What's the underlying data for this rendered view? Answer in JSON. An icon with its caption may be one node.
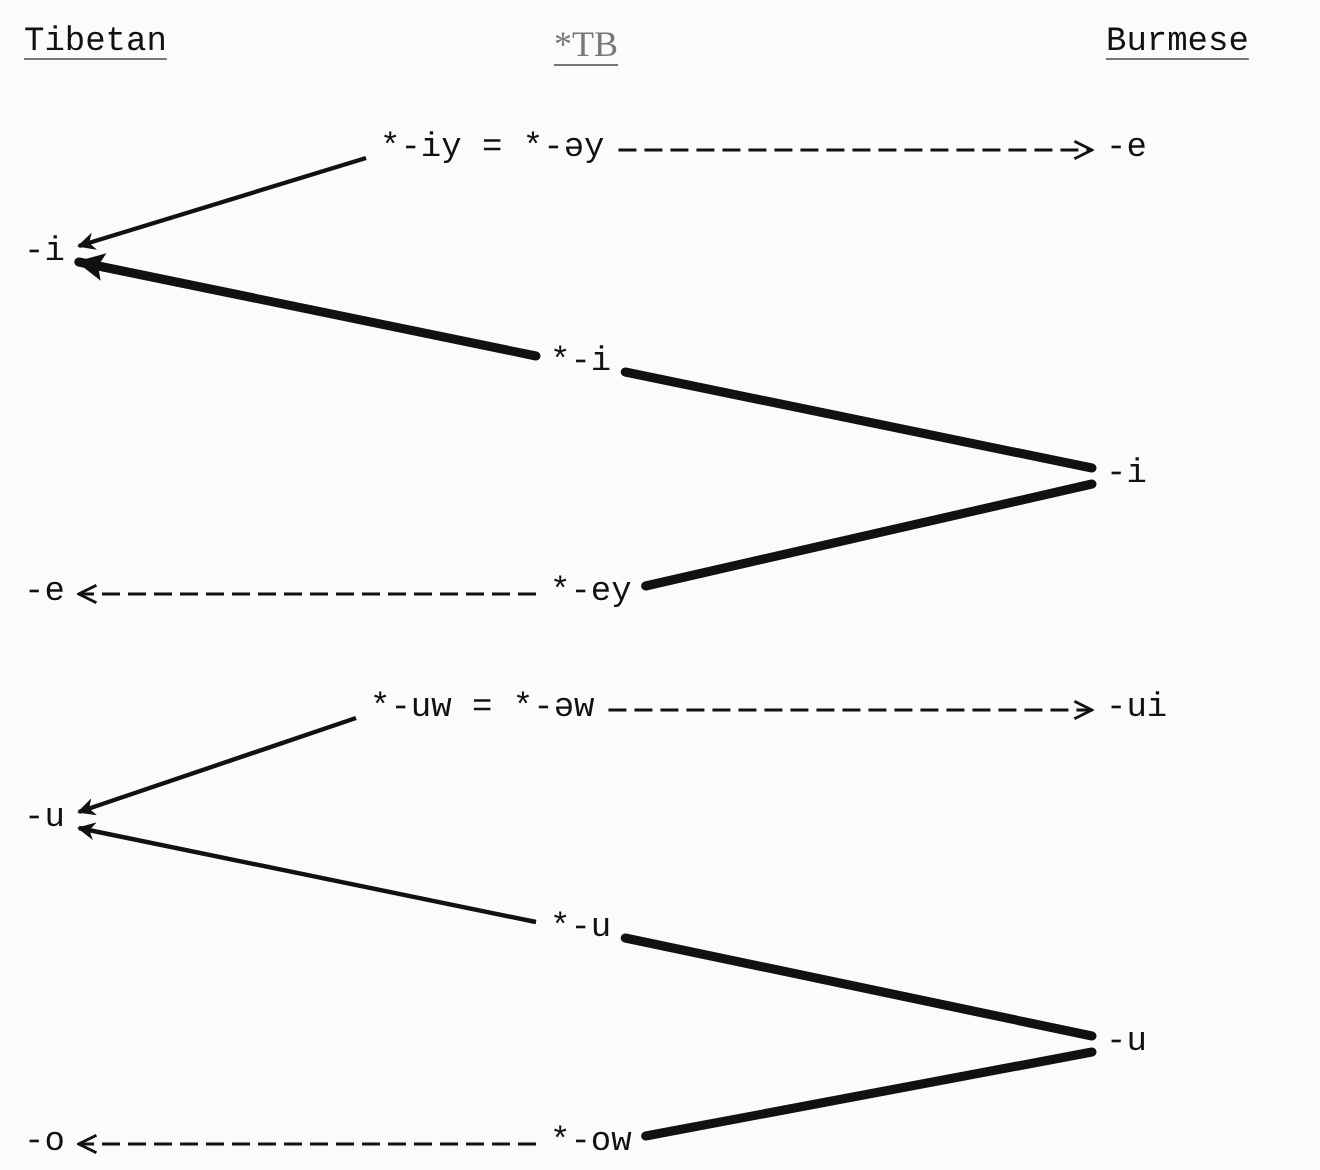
{
  "diagram": {
    "nodes": [
      {
        "text": [
          "*-iy = *-əy"
        ]
      },
      {
        "text": [
          "-e"
        ]
      },
      {
        "text": [
          "-i"
        ]
      },
      {
        "text": [
          "*-i"
        ]
      },
      {
        "text": [
          "-i"
        ]
      },
      {
        "text": [
          "-e"
        ]
      },
      {
        "text": [
          "*-ey"
        ]
      },
      {
        "text": [
          "*-uw = *-əw"
        ]
      },
      {
        "text": [
          "-ui"
        ]
      },
      {
        "text": [
          "-u"
        ]
      },
      {
        "text": [
          "*-u"
        ]
      },
      {
        "text": [
          "-u"
        ]
      },
      {
        "text": [
          "-o"
        ]
      },
      {
        "text": [
          "*-ow"
        ]
      }
    ],
    "edges": [
      {
        "from": 0,
        "to": 1,
        "arrow": "to",
        "style": "dashed"
      },
      {
        "from": 0,
        "to": 2,
        "arrow": "to"
      },
      {
        "from": 3,
        "to": 2,
        "arrow": "to",
        "style": "thick"
      },
      {
        "from": 3,
        "to": 4,
        "arrow": "none",
        "style": "thick"
      },
      {
        "from": 6,
        "to": 4,
        "arrow": "none",
        "style": "thick"
      },
      {
        "from": 6,
        "to": 5,
        "arrow": "to",
        "style": "dashed"
      },
      {
        "from": 7,
        "to": 8,
        "arrow": "to",
        "style": "dashed"
      },
      {
        "from": 7,
        "to": 9,
        "arrow": "to"
      },
      {
        "from": 10,
        "to": 9,
        "arrow": "to"
      },
      {
        "from": 10,
        "to": 11,
        "arrow": "none",
        "style": "thick"
      },
      {
        "from": 13,
        "to": 11,
        "arrow": "none",
        "style": "thick"
      },
      {
        "from": 13,
        "to": 12,
        "arrow": "to",
        "style": "dashed"
      }
    ],
    "labels": [
      "Tibetan",
      "*TB",
      "Burmese"
    ]
  }
}
